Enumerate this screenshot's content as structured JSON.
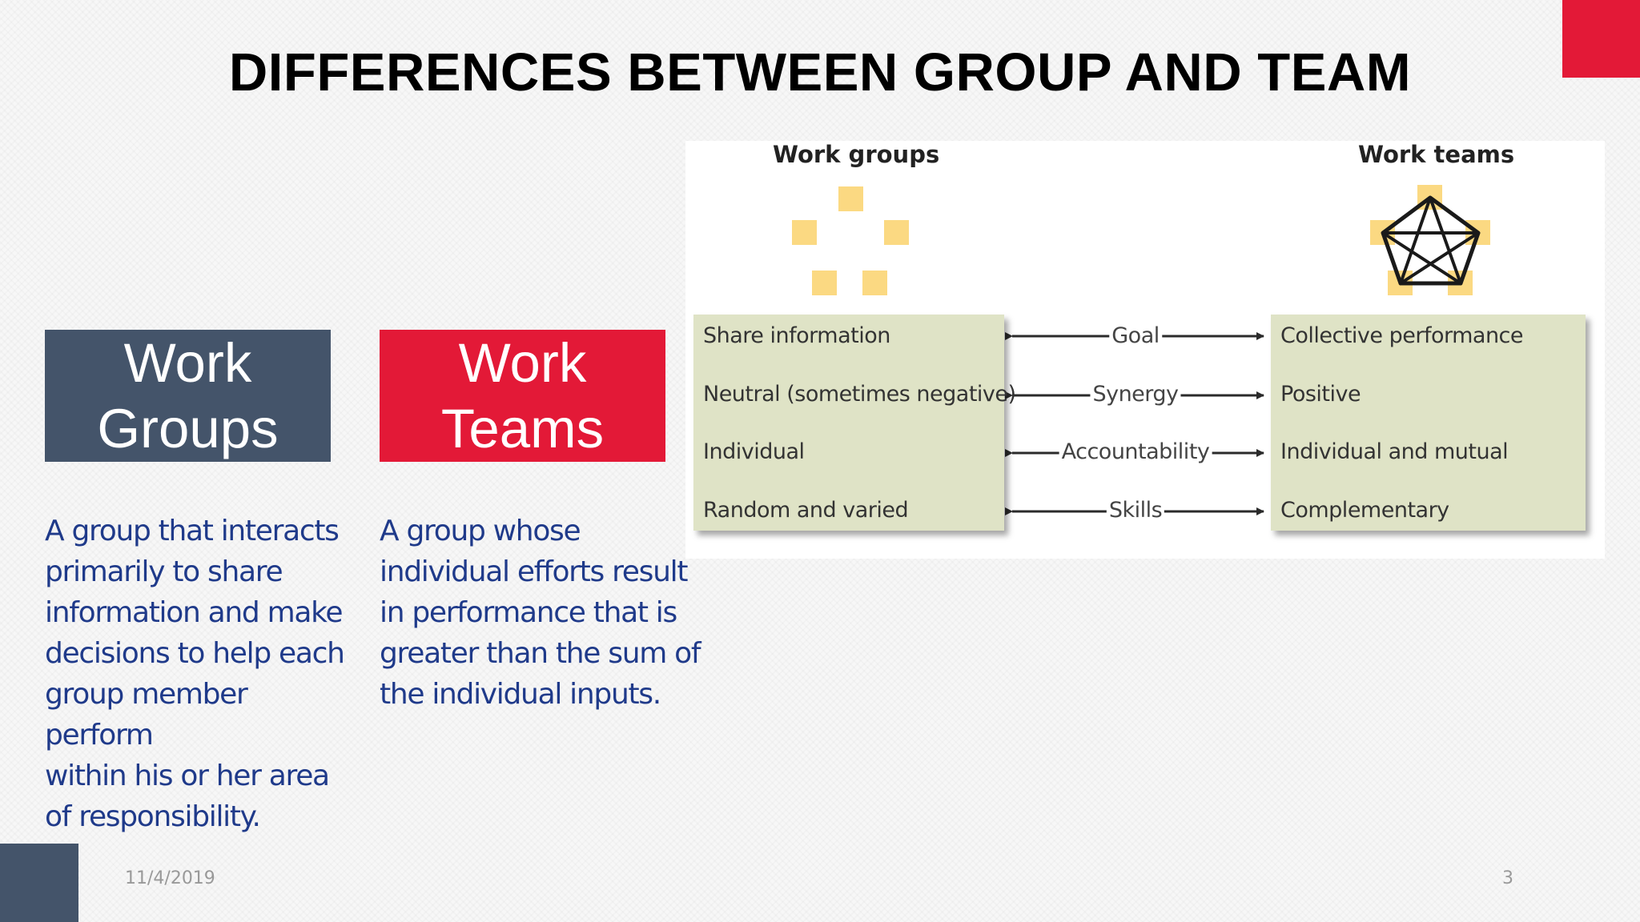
{
  "slide": {
    "title": "DIFFERENCES BETWEEN GROUP AND TEAM",
    "accent_color": "#e31937",
    "secondary_color": "#44546a",
    "body_text_color": "#1f3a8a"
  },
  "boxes": {
    "groups": {
      "line1": "Work",
      "line2": "Groups"
    },
    "teams": {
      "line1": "Work",
      "line2": "Teams"
    }
  },
  "descriptions": {
    "groups": [
      "A group that interacts",
      "primarily to share",
      "information and make",
      "decisions to help each",
      "group member",
      "perform",
      "within his or her area",
      "of responsibility."
    ],
    "teams": [
      "A group whose",
      "individual efforts result",
      "in performance that is",
      "greater than the sum of",
      "the individual inputs."
    ]
  },
  "diagram": {
    "left_header": "Work groups",
    "right_header": "Work teams",
    "rows": [
      {
        "left": "Share information",
        "middle": "Goal",
        "right": "Collective performance"
      },
      {
        "left": "Neutral (sometimes negative)",
        "middle": "Synergy",
        "right": "Positive"
      },
      {
        "left": "Individual",
        "middle": "Accountability",
        "right": "Individual and mutual"
      },
      {
        "left": "Random and varied",
        "middle": "Skills",
        "right": "Complementary"
      }
    ],
    "square_color": "#fbd982",
    "panel_color": "#dfe3c6"
  },
  "footer": {
    "date": "11/4/2019",
    "page": "3"
  }
}
